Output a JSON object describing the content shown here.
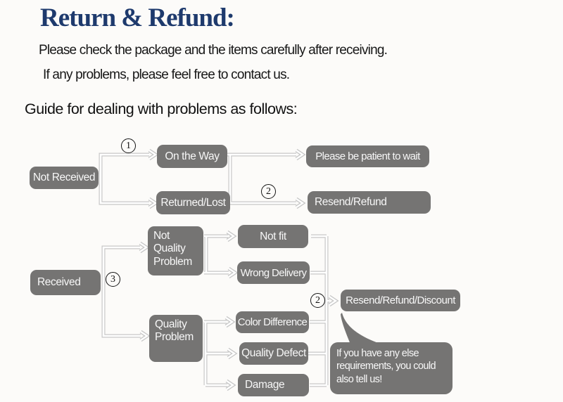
{
  "header": {
    "title": "Return & Refund:",
    "line1": "Please check the package and the items carefully after receiving.",
    "line2": "If any problems, please feel free to contact us.",
    "guide": "Guide for dealing with problems as follows:"
  },
  "colors": {
    "title_navy": "#1e3a6d",
    "node_gray": "#757473",
    "connector_gray": "#c7c7c7",
    "text_dark": "#1b1b1b"
  },
  "flowchart": {
    "markers": {
      "step1": "1",
      "step2_top": "2",
      "step3": "3",
      "step2_bottom": "2"
    },
    "nodes": {
      "not_received": "Not Received",
      "on_the_way": "On the Way",
      "returned_lost": "Returned/Lost",
      "please_wait": "Please be patient to wait",
      "resend_refund": "Resend/Refund",
      "received": "Received",
      "not_quality_problem": "Not Quality Problem",
      "not_fit": "Not fit",
      "wrong_delivery": "Wrong Delivery",
      "quality_problem": "Quality Problem",
      "color_difference": "Color Difference",
      "quality_defect": "Quality Defect",
      "damage": "Damage",
      "resend_refund_discount": "Resend/Refund/Discount",
      "bubble_note": "If you have any else requirements, you could also tell us!"
    }
  }
}
